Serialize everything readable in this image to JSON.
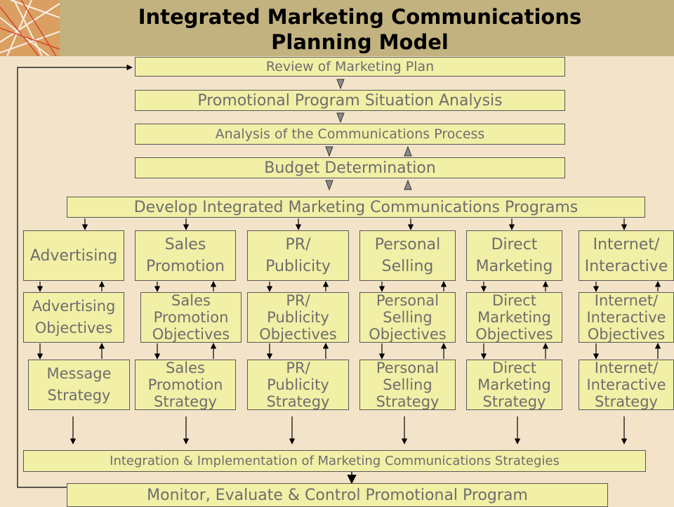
{
  "title": {
    "line1": "Integrated Marketing Communications",
    "line2": "Planning Model"
  },
  "steps": {
    "review": "Review of Marketing Plan",
    "situation": "Promotional Program Situation Analysis",
    "communications": "Analysis of the Communications Process",
    "budget": "Budget Determination",
    "develop": "Develop Integrated Marketing Communications Programs",
    "integration": "Integration & Implementation of Marketing Communications Strategies",
    "monitor": "Monitor, Evaluate & Control Promotional Program"
  },
  "columns": [
    {
      "program": "Advertising",
      "objectives": "Advertising\nObjectives",
      "strategy": "Message\nStrategy"
    },
    {
      "program": "Sales\nPromotion",
      "objectives": "Sales\nPromotion\nObjectives",
      "strategy": "Sales\nPromotion\nStrategy"
    },
    {
      "program": "PR/\nPublicity",
      "objectives": "PR/\nPublicity\nObjectives",
      "strategy": "PR/\nPublicity\nStrategy"
    },
    {
      "program": "Personal\nSelling",
      "objectives": "Personal\nSelling\nObjectives",
      "strategy": "Personal\nSelling\nStrategy"
    },
    {
      "program": "Direct\nMarketing",
      "objectives": "Direct\nMarketing\nObjectives",
      "strategy": "Direct\nMarketing\nStrategy"
    },
    {
      "program": "Internet/\nInteractive",
      "objectives": "Internet/\nInteractive\nObjectives",
      "strategy": "Internet/\nInteractive\nStrategy"
    }
  ],
  "colors": {
    "background": "#f3e4c9",
    "banner": "#c2b27f",
    "box_fill": "#f2efa6",
    "box_text": "#6e6e6e",
    "accent_lines": "#d8452b"
  }
}
